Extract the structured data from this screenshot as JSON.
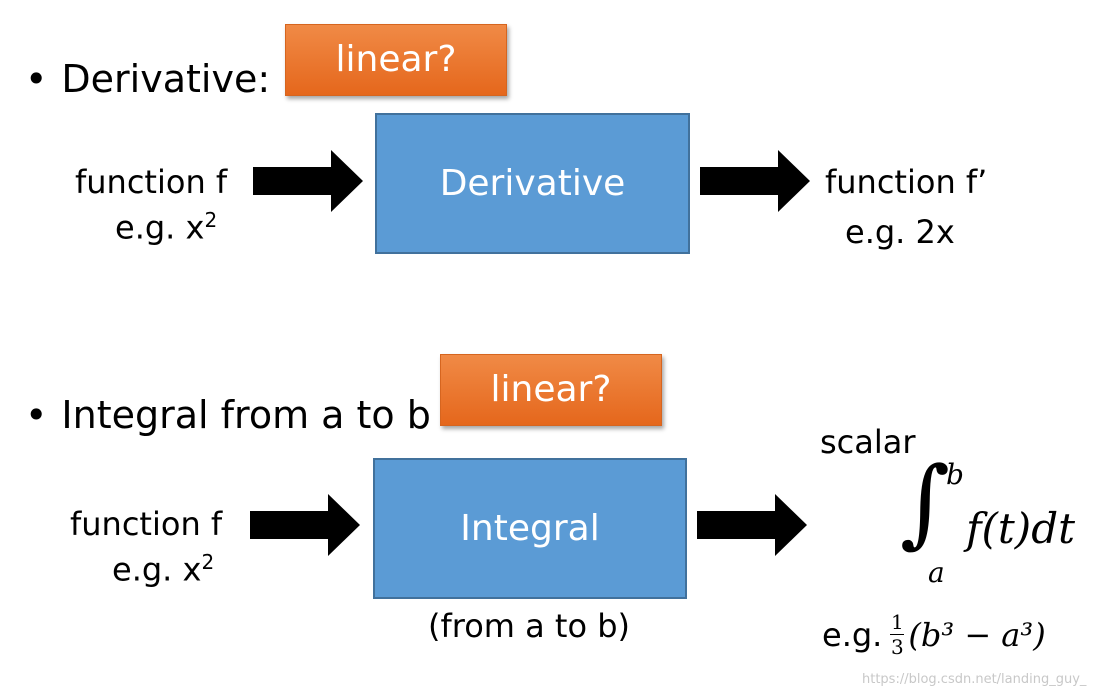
{
  "section1": {
    "bullet": "•",
    "title": "Derivative:",
    "tag": "linear?",
    "box_label": "Derivative",
    "input_line1": "function f",
    "input_line2_prefix": "e.g. x",
    "input_line2_sup": "2",
    "output_line1": "function f’",
    "output_line2": "e.g. 2x"
  },
  "section2": {
    "bullet": "•",
    "title": "Integral from a to b",
    "tag": "linear?",
    "box_label": "Integral",
    "box_caption": "(from a to b)",
    "input_line1": "function f",
    "input_line2_prefix": "e.g. x",
    "input_line2_sup": "2",
    "output_line1": "scalar",
    "integral_upper": "b",
    "integral_lower": "a",
    "integrand": "f(t)dt",
    "example_prefix": "e.g.",
    "example_frac_num": "1",
    "example_frac_den": "3",
    "example_expr": "(b³ − a³)"
  },
  "watermark": "https://blog.csdn.net/landing_guy_"
}
